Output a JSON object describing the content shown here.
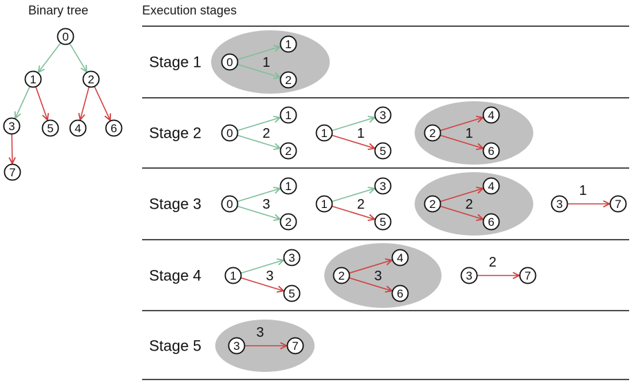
{
  "titles": {
    "tree": "Binary tree",
    "stages": "Execution stages"
  },
  "colors": {
    "green": "#7fbf9a",
    "red": "#d0403f",
    "highlight": "#c0c0c0",
    "rule": "#111111"
  },
  "tree": {
    "nodes": [
      "0",
      "1",
      "2",
      "3",
      "5",
      "4",
      "6",
      "7"
    ],
    "edges": [
      {
        "from": "0",
        "to": "1",
        "color": "green"
      },
      {
        "from": "0",
        "to": "2",
        "color": "green"
      },
      {
        "from": "1",
        "to": "3",
        "color": "green"
      },
      {
        "from": "1",
        "to": "5",
        "color": "red"
      },
      {
        "from": "2",
        "to": "4",
        "color": "red"
      },
      {
        "from": "2",
        "to": "6",
        "color": "red"
      },
      {
        "from": "3",
        "to": "7",
        "color": "red"
      }
    ]
  },
  "stages": [
    {
      "label": "Stage 1",
      "groups": [
        {
          "type": "fork",
          "highlighted": true,
          "parent": "0",
          "child_top": "1",
          "child_bottom": "2",
          "weight": "1",
          "top_color": "green",
          "bottom_color": "green"
        }
      ]
    },
    {
      "label": "Stage 2",
      "groups": [
        {
          "type": "fork",
          "highlighted": false,
          "parent": "0",
          "child_top": "1",
          "child_bottom": "2",
          "weight": "2",
          "top_color": "green",
          "bottom_color": "green"
        },
        {
          "type": "fork",
          "highlighted": false,
          "parent": "1",
          "child_top": "3",
          "child_bottom": "5",
          "weight": "1",
          "top_color": "green",
          "bottom_color": "red"
        },
        {
          "type": "fork",
          "highlighted": true,
          "parent": "2",
          "child_top": "4",
          "child_bottom": "6",
          "weight": "1",
          "top_color": "red",
          "bottom_color": "red"
        }
      ]
    },
    {
      "label": "Stage 3",
      "groups": [
        {
          "type": "fork",
          "highlighted": false,
          "parent": "0",
          "child_top": "1",
          "child_bottom": "2",
          "weight": "3",
          "top_color": "green",
          "bottom_color": "green"
        },
        {
          "type": "fork",
          "highlighted": false,
          "parent": "1",
          "child_top": "3",
          "child_bottom": "5",
          "weight": "2",
          "top_color": "green",
          "bottom_color": "red"
        },
        {
          "type": "fork",
          "highlighted": true,
          "parent": "2",
          "child_top": "4",
          "child_bottom": "6",
          "weight": "2",
          "top_color": "red",
          "bottom_color": "red"
        },
        {
          "type": "line",
          "highlighted": false,
          "parent": "3",
          "child": "7",
          "weight": "1",
          "color": "red"
        }
      ]
    },
    {
      "label": "Stage 4",
      "groups": [
        {
          "type": "fork",
          "highlighted": false,
          "parent": "1",
          "child_top": "3",
          "child_bottom": "5",
          "weight": "3",
          "top_color": "green",
          "bottom_color": "red"
        },
        {
          "type": "fork",
          "highlighted": true,
          "parent": "2",
          "child_top": "4",
          "child_bottom": "6",
          "weight": "3",
          "top_color": "red",
          "bottom_color": "red"
        },
        {
          "type": "line",
          "highlighted": false,
          "parent": "3",
          "child": "7",
          "weight": "2",
          "color": "red"
        }
      ]
    },
    {
      "label": "Stage 5",
      "groups": [
        {
          "type": "line",
          "highlighted": true,
          "parent": "3",
          "child": "7",
          "weight": "3",
          "color": "red"
        }
      ]
    }
  ]
}
